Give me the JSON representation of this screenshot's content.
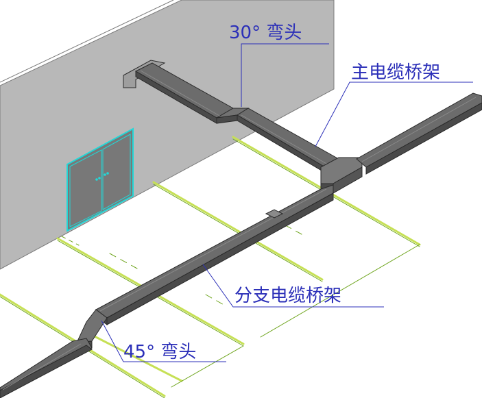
{
  "labels": {
    "elbow_30": "30° 弯头",
    "main_tray": "主电缆桥架",
    "branch_tray": "分支电缆桥架",
    "elbow_45": "45° 弯头"
  },
  "colors": {
    "wall": "#b8b8b8",
    "wall_edge": "#7a7a7a",
    "tray_top": "#6c6c6c",
    "tray_side": "#4a4a4a",
    "tray_inner": "#8a8a8a",
    "door": "#787878",
    "door_frame": "#22d8d8",
    "floor_line": "#c6e055",
    "floor_line_dark": "#6fa51e",
    "label_blue": "#2b2fb8"
  },
  "icons": {
    "door": "double-door-icon"
  }
}
